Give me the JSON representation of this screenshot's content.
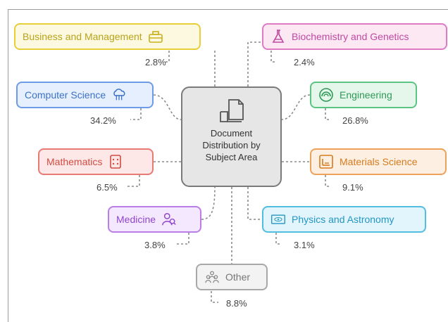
{
  "center": {
    "title": "Document Distribution by Subject Area",
    "icon": "document-icon"
  },
  "nodes": [
    {
      "label": "Business and Management",
      "value": "2.8%",
      "icon": "briefcase-icon",
      "bg": "#fdf9e0",
      "border": "#e6cf3a",
      "text": "#b8a31a"
    },
    {
      "label": "Biochemistry and Genetics",
      "value": "2.4%",
      "icon": "flask-icon",
      "bg": "#fbe8f3",
      "border": "#e07ac2",
      "text": "#c249a2"
    },
    {
      "label": "Computer Science",
      "value": "34.2%",
      "icon": "cloud-network-icon",
      "bg": "#e6effd",
      "border": "#6e9be8",
      "text": "#3c72c9"
    },
    {
      "label": "Engineering",
      "value": "26.8%",
      "icon": "gauge-icon",
      "bg": "#e4f7ea",
      "border": "#5cc482",
      "text": "#2e9a57"
    },
    {
      "label": "Mathematics",
      "value": "6.5%",
      "icon": "calculator-icon",
      "bg": "#fde8e7",
      "border": "#e77a72",
      "text": "#d24b42"
    },
    {
      "label": "Materials Science",
      "value": "9.1%",
      "icon": "bars-icon",
      "bg": "#fdf0e3",
      "border": "#eda159",
      "text": "#d67a1c"
    },
    {
      "label": "Medicine",
      "value": "3.8%",
      "icon": "doctor-icon",
      "bg": "#f3e8fd",
      "border": "#b97ee8",
      "text": "#9145cc"
    },
    {
      "label": "Physics and Astronomy",
      "value": "3.1%",
      "icon": "atom-screen-icon",
      "bg": "#e3f5fc",
      "border": "#52bde0",
      "text": "#2196c4"
    },
    {
      "label": "Other",
      "value": "8.8%",
      "icon": "group-icon",
      "bg": "#f3f3f3",
      "border": "#a8a8a8",
      "text": "#777777"
    }
  ]
}
